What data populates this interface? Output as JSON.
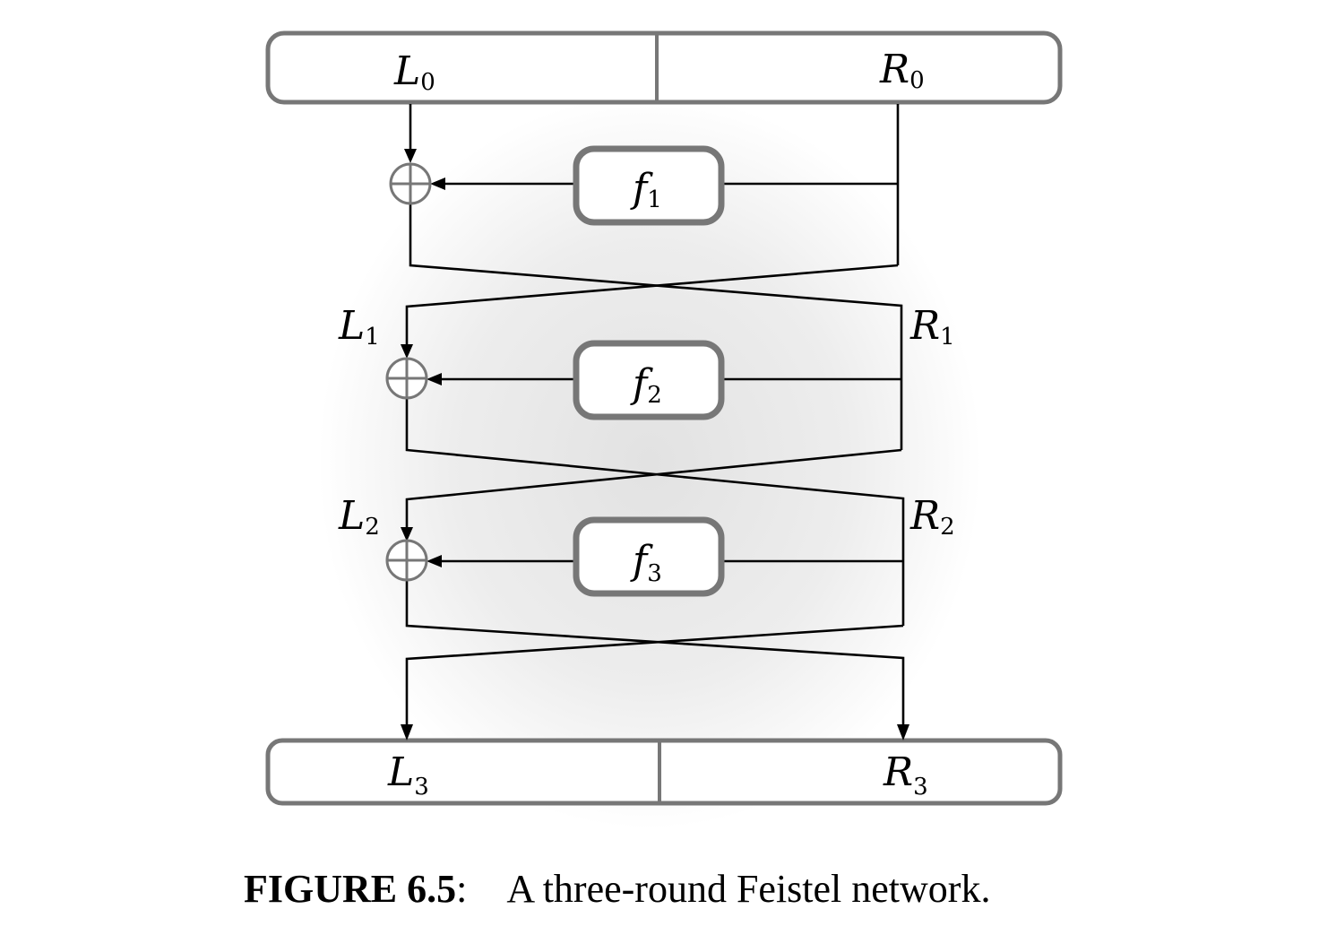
{
  "figure": {
    "title": "A three-round Feistel network",
    "caption": {
      "label": "FIGURE 6.5",
      "separator": ":",
      "text": "A three-round Feistel network."
    },
    "input_block": {
      "left": {
        "symbol": "L",
        "sub": "0"
      },
      "right": {
        "symbol": "R",
        "sub": "0"
      }
    },
    "output_block": {
      "left": {
        "symbol": "L",
        "sub": "3"
      },
      "right": {
        "symbol": "R",
        "sub": "3"
      }
    },
    "rounds": [
      {
        "func": {
          "symbol": "f",
          "sub": "1"
        },
        "xor": "xor-1"
      },
      {
        "func": {
          "symbol": "f",
          "sub": "2"
        },
        "xor": "xor-2",
        "left_label": {
          "symbol": "L",
          "sub": "1"
        },
        "right_label": {
          "symbol": "R",
          "sub": "1"
        }
      },
      {
        "func": {
          "symbol": "f",
          "sub": "3"
        },
        "xor": "xor-3",
        "left_label": {
          "symbol": "L",
          "sub": "2"
        },
        "right_label": {
          "symbol": "R",
          "sub": "2"
        }
      }
    ],
    "colors": {
      "box_stroke": "#777777",
      "wire": "#000000",
      "background_glow": "#e6e6e6"
    }
  }
}
